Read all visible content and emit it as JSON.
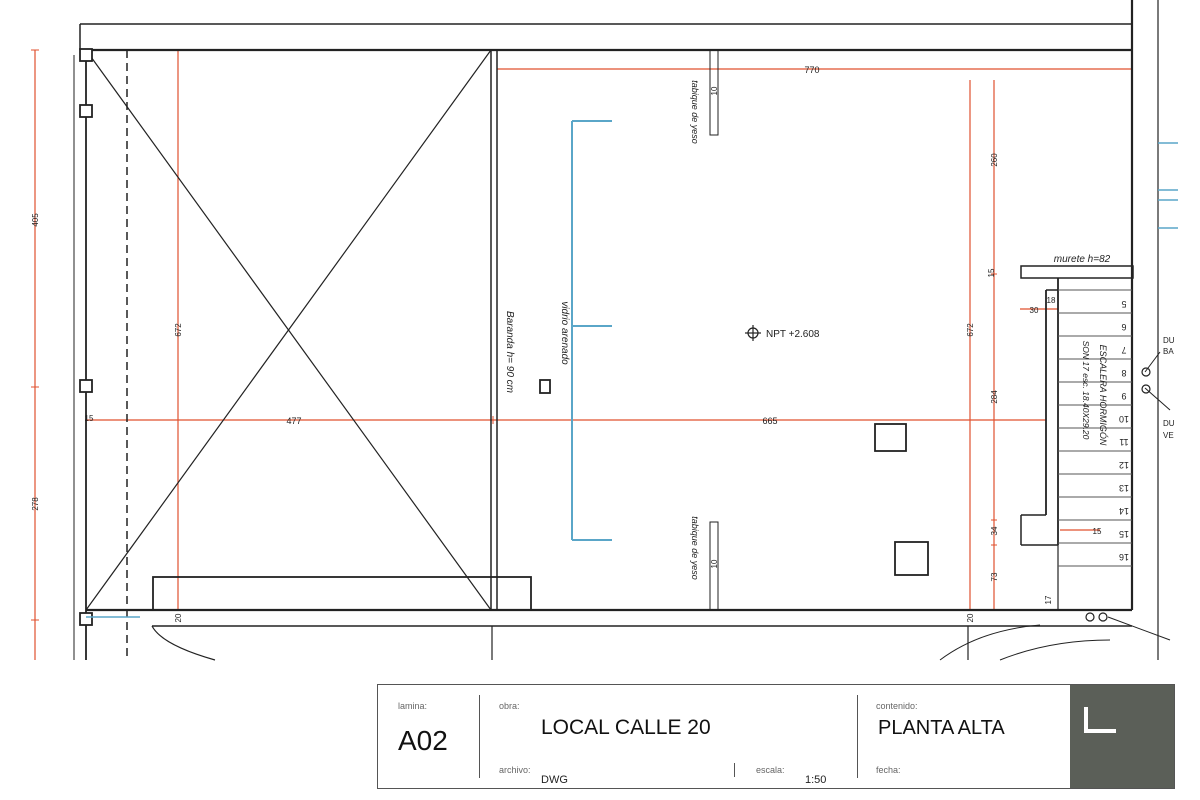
{
  "labels": {
    "dim_top": "770",
    "dim_left_405": "405",
    "dim_left_278": "278",
    "dim_672_left": "672",
    "dim_672_right": "672",
    "dim_477": "477",
    "dim_665": "665",
    "dim_260": "260",
    "dim_284": "284",
    "dim_34": "34",
    "dim_73": "73",
    "dim_10_top": "10",
    "dim_10_bottom": "10",
    "dim_15_a": "15",
    "dim_15_b": "15",
    "dim_15_c": "15",
    "dim_18": "18",
    "dim_30": "30",
    "dim_20_left": "20",
    "dim_20_right": "20",
    "dim_17": "17",
    "tabique_top": "tabique de yeso",
    "tabique_bottom": "tabique de yeso",
    "vidrio": "vidrio arenado",
    "baranda": "Baranda h= 90 cm",
    "murete": "murete h=82",
    "npt": "NPT +2.608",
    "stair_title": "ESCALERA HORMIGÓN",
    "stair_son": "SON 17 esc. 18.40X29.20",
    "stair_steps": [
      "5",
      "6",
      "7",
      "8",
      "9",
      "10",
      "11",
      "12",
      "13",
      "14",
      "15",
      "16"
    ],
    "du_top": "DU",
    "ba_top": "BA",
    "du_bottom": "DU",
    "ve_bottom": "VE"
  },
  "title_block": {
    "lamina_label": "lamina:",
    "lamina_value": "A02",
    "obra_label": "obra:",
    "obra_value": "LOCAL CALLE 20",
    "contenido_label": "contenido:",
    "contenido_value": "PLANTA ALTA",
    "archivo_label": "archivo:",
    "archivo_value": "DWG",
    "escala_label": "escala:",
    "escala_value": "1:50",
    "fecha_label": "fecha:"
  },
  "colors": {
    "wall": "#222222",
    "dimension": "#e0522f",
    "glass": "#5aa6c8",
    "logo_bg": "#5b5f58"
  }
}
